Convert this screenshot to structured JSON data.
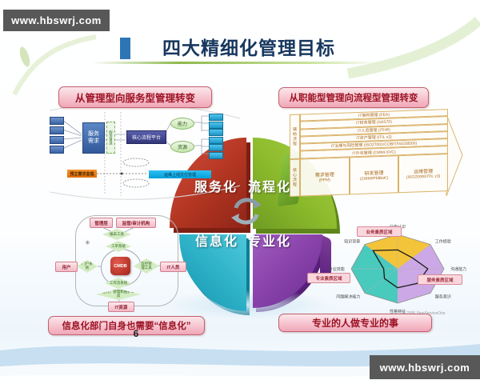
{
  "watermarks": {
    "top_left": "www.hbswrj.com",
    "bottom_right": "www.hbswrj.com"
  },
  "slide": {
    "title": "四大精细化管理目标",
    "page_number": "6"
  },
  "pie": {
    "service": "服务化",
    "process": "流程化",
    "information": "信息化",
    "professional": "专业化"
  },
  "panel_tl": {
    "title": "从管理型向服务型管理转变",
    "demand_box": "服务需求",
    "catalog_box": "服务目录",
    "platform_box": "核心流程平台",
    "capability_ellipse": "能力",
    "resource_ellipse": "资源",
    "request_box": "预立需求监理",
    "delivery_bar": "运维上线交付管理"
  },
  "panel_tr": {
    "title": "从职能型管理向流程型管理转变",
    "side_labels": {
      "top": "辅助流程",
      "bottom": "核心流程"
    },
    "aux_rows": [
      "IT架构管理 (FEA)",
      "IT财务管理 (SAS70)",
      "IT人员管理 (ITHR)",
      "IT资产管理 (ITIL v3)",
      "IT治理与风险管理 (ISO27001/COBIT/ISO38500)",
      "IT外包管理 (CMMI-SVC)"
    ],
    "core_cols": [
      {
        "name": "需求管理",
        "std": "(PPM)"
      },
      {
        "name": "研发管理",
        "std": "(CMMI/PMBoK)"
      },
      {
        "name": "运维管理",
        "std": "(ISO20000/ITIL v3)"
      }
    ]
  },
  "panel_bl": {
    "title": "信息化部门自身也需要“信息化”",
    "nodes": {
      "management": "管理层",
      "audit": "监管/审计机构",
      "user": "用户",
      "it_staff": "IT人员",
      "it_resource": "IT资源",
      "cmdb": "CMDB"
    },
    "tools": [
      "报表工具",
      "工单系统",
      "门户系统",
      "监控管理工具",
      "工作流系统",
      "运行、管理和维护工具"
    ]
  },
  "panel_br": {
    "title": "专业的人做专业的事",
    "region_boxes": [
      "业务素质区域",
      "服务素质区域",
      "专业素质区域"
    ],
    "copyright": "© 2006 SinoServiceOne"
  },
  "chart_data": {
    "type": "radar",
    "categories": [
      "业务认识",
      "工作经验",
      "沟通能力",
      "服务意识",
      "性格特征",
      "问题解决能力",
      "专业技能",
      "知识背景"
    ],
    "values": [
      0.55,
      0.45,
      0.65,
      0.6,
      0.55,
      0.4,
      0.3,
      0.75
    ],
    "max": 1,
    "sectors": [
      {
        "name": "业务素质区域",
        "color": "#F2C12E",
        "vertex_indices": [
          7,
          0,
          1
        ]
      },
      {
        "name": "服务素质区域",
        "color": "#C9A3E5",
        "vertex_indices": [
          1,
          2,
          3,
          4
        ]
      },
      {
        "name": "专业素质区域",
        "color": "#3EC7B9",
        "vertex_indices": [
          4,
          5,
          6,
          7
        ]
      }
    ],
    "grid": true,
    "legend_position": "none"
  }
}
